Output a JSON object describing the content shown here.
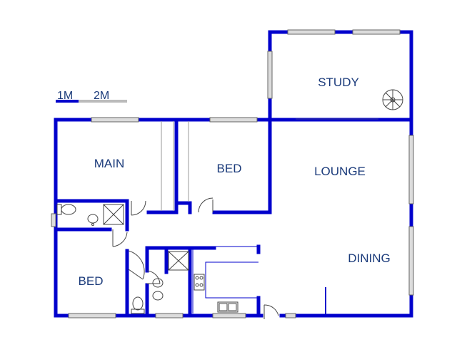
{
  "rooms": {
    "study": "STUDY",
    "main": "MAIN",
    "bed_top": "BED",
    "lounge": "LOUNGE",
    "dining": "DINING",
    "bed_bottom": "BED"
  },
  "scale": {
    "label_1": "1M",
    "label_2": "2M"
  },
  "colors": {
    "wall": "#0000cc",
    "text": "#1a3a7a",
    "window": "#dcdcdc",
    "scale_grey": "#bbbbbb"
  }
}
